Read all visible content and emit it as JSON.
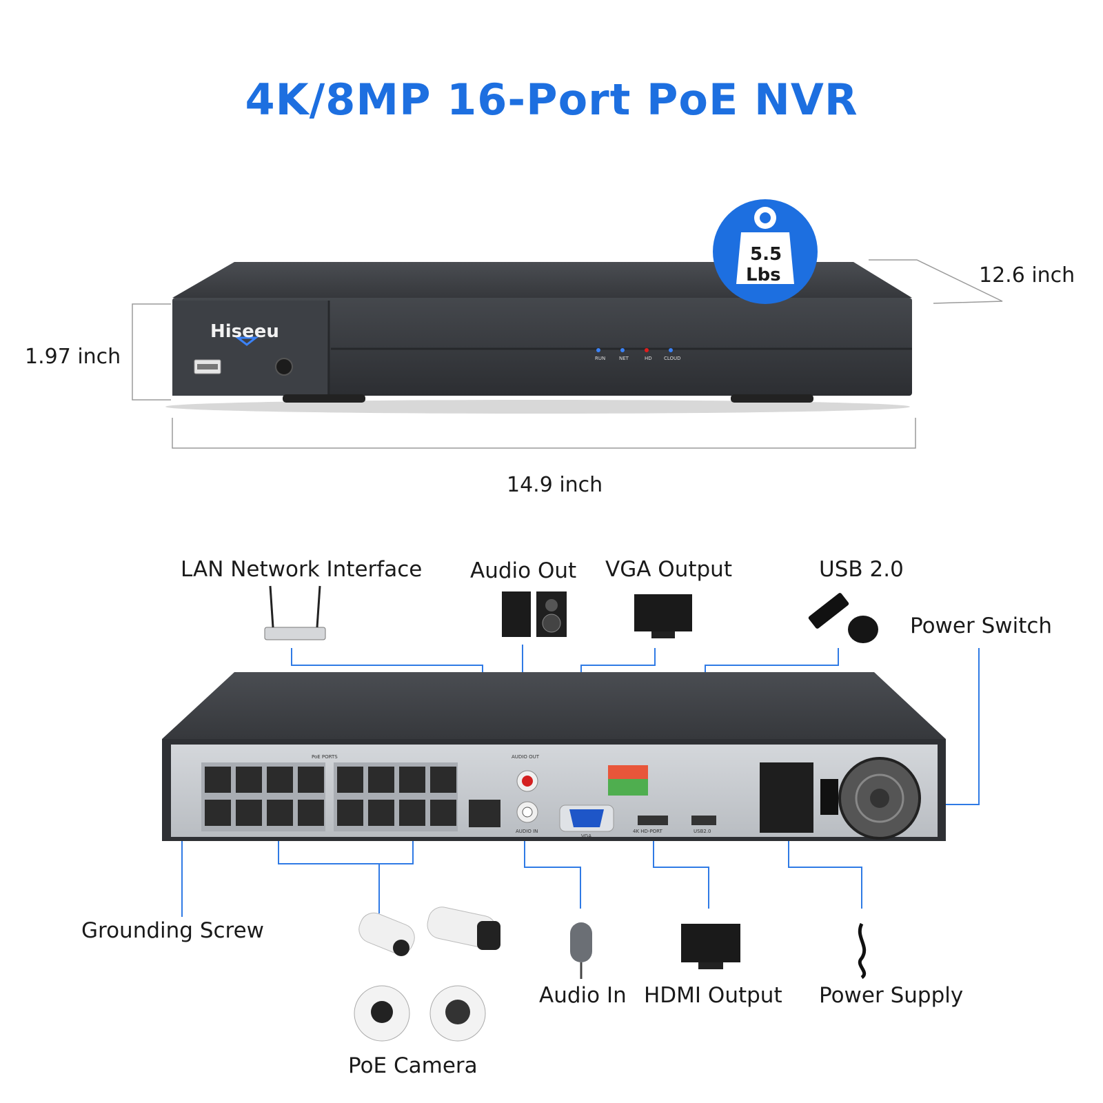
{
  "title": "4K/8MP 16-Port PoE NVR",
  "brand": "Hiseeu",
  "weight": {
    "value": "5.5",
    "unit": "Lbs"
  },
  "dimensions": {
    "height": "1.97 inch",
    "depth": "12.6 inch",
    "width": "14.9 inch"
  },
  "front_leds": [
    "RUN",
    "NET",
    "HD",
    "CLOUD"
  ],
  "rear_panel_text": {
    "poe_ports": "PoE PORTS",
    "audio_out": "AUDIO OUT",
    "audio_in": "AUDIO IN",
    "vga": "VGA",
    "hdmi": "4K HD-PORT",
    "usb": "USB2.0"
  },
  "labels": {
    "lan": "LAN Network Interface",
    "audio_out": "Audio Out",
    "vga_output": "VGA Output",
    "usb": "USB 2.0",
    "power_switch": "Power Switch",
    "grounding_screw": "Grounding Screw",
    "poe_camera": "PoE Camera",
    "audio_in": "Audio In",
    "hdmi_output": "HDMI Output",
    "power_supply": "Power Supply"
  },
  "colors": {
    "accent": "#1d6fe0",
    "device": "#3a3d42",
    "panel": "#c9ccd1"
  }
}
